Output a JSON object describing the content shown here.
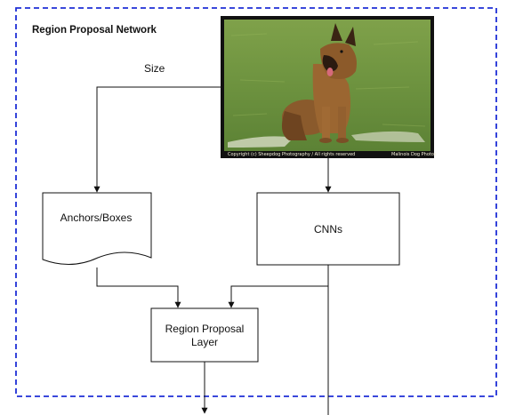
{
  "region": {
    "title": "Region Proposal Network",
    "border_color": "#1f2fd6"
  },
  "edges": {
    "size_label": "Size"
  },
  "nodes": {
    "anchors": {
      "label": "Anchors/Boxes"
    },
    "cnns": {
      "label": "CNNs"
    },
    "region_proposal": {
      "label": "Region Proposal Layer"
    }
  },
  "photo": {
    "subject": "german-shepherd-dog-sitting-on-grass",
    "caption_left": "Copyright (c) Sheepdog Photography / All rights reserved",
    "caption_right": "Malinois Dog Photos"
  }
}
